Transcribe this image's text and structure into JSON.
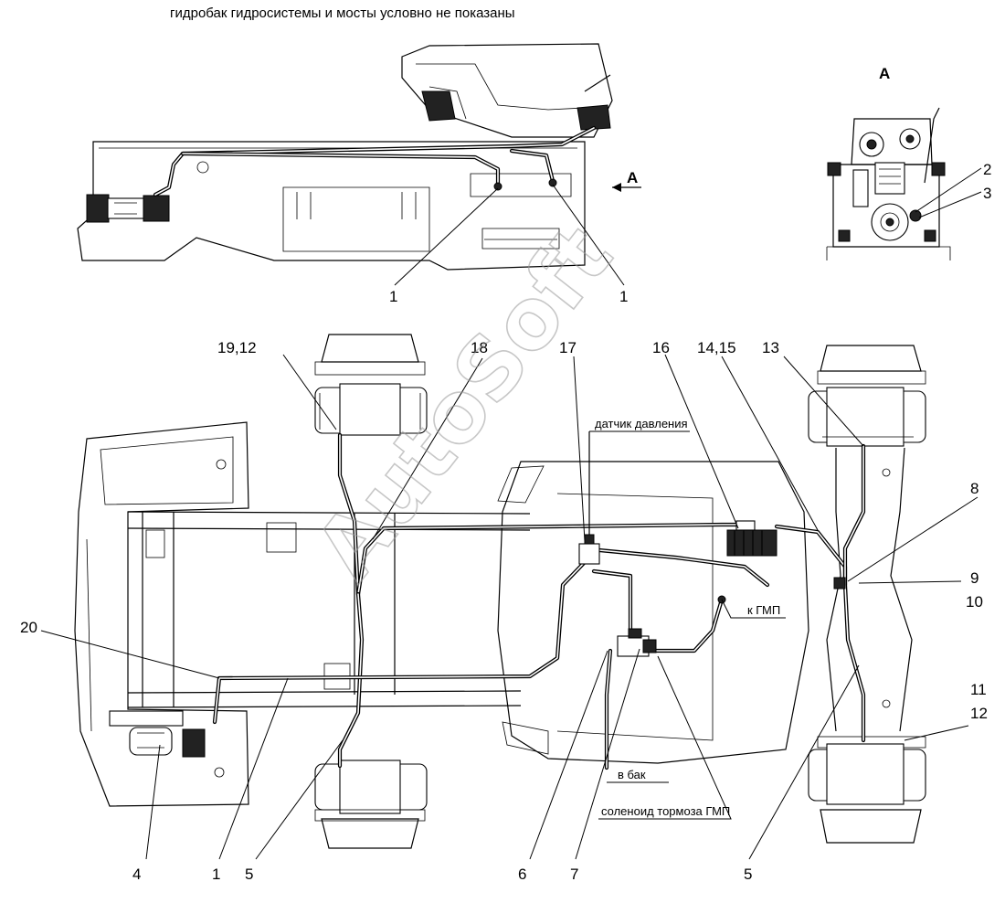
{
  "header": {
    "caption": "гидробак гидросистемы и мосты условно не показаны"
  },
  "view": {
    "label": "А",
    "arrow_label": "А"
  },
  "callouts": {
    "c1_top_left": "1",
    "c1_top_right": "1",
    "c2": "2",
    "c3": "3",
    "c19_12": "19,12",
    "c18": "18",
    "c17": "17",
    "c16": "16",
    "c14_15": "14,15",
    "c13": "13",
    "c8": "8",
    "c9": "9",
    "c10": "10",
    "c20": "20",
    "c11": "11",
    "c12": "12",
    "c4": "4",
    "c1_bottom": "1",
    "c5_left": "5",
    "c6": "6",
    "c7": "7",
    "c5_right": "5"
  },
  "labels": {
    "pressure_sensor": "датчик давления",
    "to_gmp": "к ГМП",
    "to_tank": "в бак",
    "gmp_brake_solenoid": "соленоид тормоза ГМП"
  },
  "watermark": "AutoSoft"
}
